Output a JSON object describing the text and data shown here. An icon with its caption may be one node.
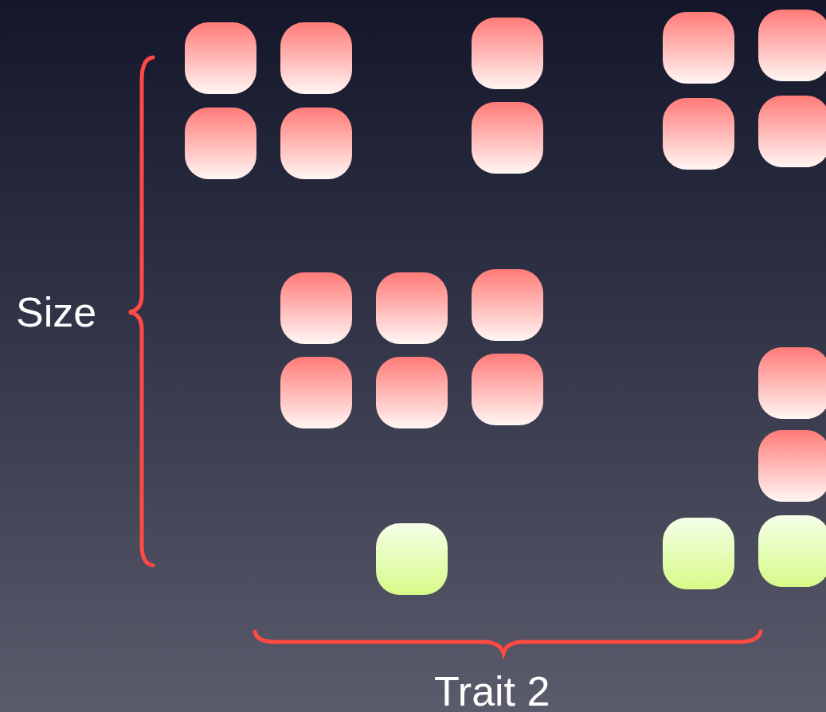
{
  "diagram": {
    "nodes": [
      {
        "text": [],
        "shape": "box"
      },
      {
        "text": [],
        "shape": "box"
      },
      {
        "text": [],
        "shape": "box"
      },
      {
        "text": [],
        "shape": "box"
      },
      {
        "text": [],
        "shape": "box"
      },
      {
        "text": [],
        "shape": "box"
      },
      {
        "text": [],
        "shape": "box"
      },
      {
        "text": [],
        "shape": "box"
      },
      {
        "text": [],
        "shape": "box"
      },
      {
        "text": [],
        "shape": "box"
      },
      {
        "text": [],
        "shape": "box"
      },
      {
        "text": [],
        "shape": "box"
      },
      {
        "text": [],
        "shape": "box"
      },
      {
        "text": [],
        "shape": "box"
      },
      {
        "text": [],
        "shape": "box"
      },
      {
        "text": [],
        "shape": "box"
      },
      {
        "text": [],
        "shape": "box"
      },
      {
        "text": [],
        "shape": "box"
      },
      {
        "text": [],
        "shape": "box"
      },
      {
        "text": [],
        "shape": "box"
      },
      {
        "text": [],
        "shape": "box"
      }
    ],
    "labels": [
      "Size",
      "Trait 2"
    ]
  }
}
